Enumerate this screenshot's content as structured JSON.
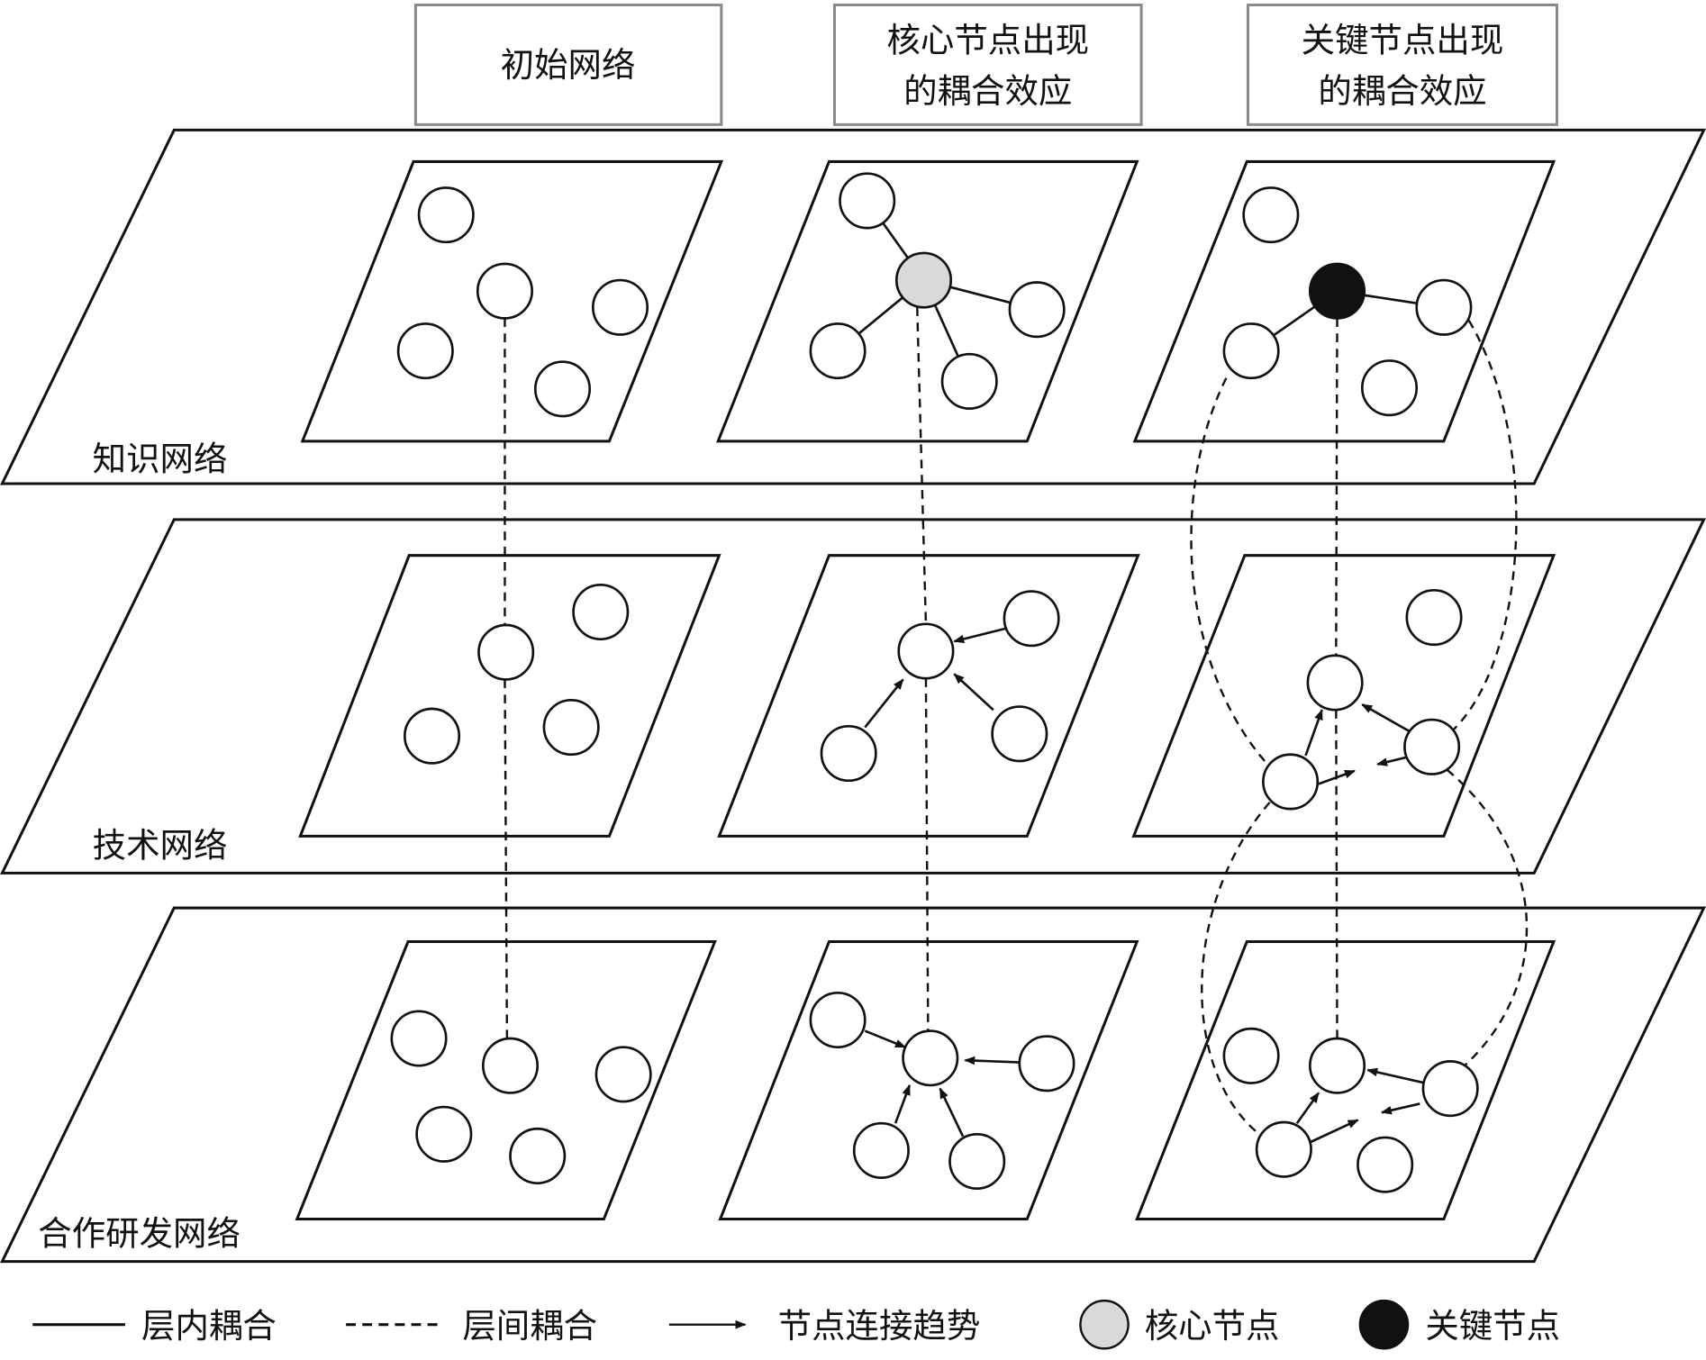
{
  "headers": [
    {
      "lines": [
        "初始网络"
      ]
    },
    {
      "lines": [
        "核心节点出现",
        "的耦合效应"
      ]
    },
    {
      "lines": [
        "关键节点出现",
        "的耦合效应"
      ]
    }
  ],
  "layers": [
    {
      "label": "知识网络"
    },
    {
      "label": "技术网络"
    },
    {
      "label": "合作研发网络"
    }
  ],
  "legend": {
    "intra_layer": "层内耦合",
    "inter_layer": "层间耦合",
    "trend": "节点连接趋势",
    "core_node": "核心节点",
    "key_node": "关键节点"
  },
  "colors": {
    "stroke": "#111111",
    "header_border": "#8a8a8a",
    "core_fill": "#d9d9d9",
    "key_fill": "#111111",
    "node_fill": "#ffffff"
  }
}
